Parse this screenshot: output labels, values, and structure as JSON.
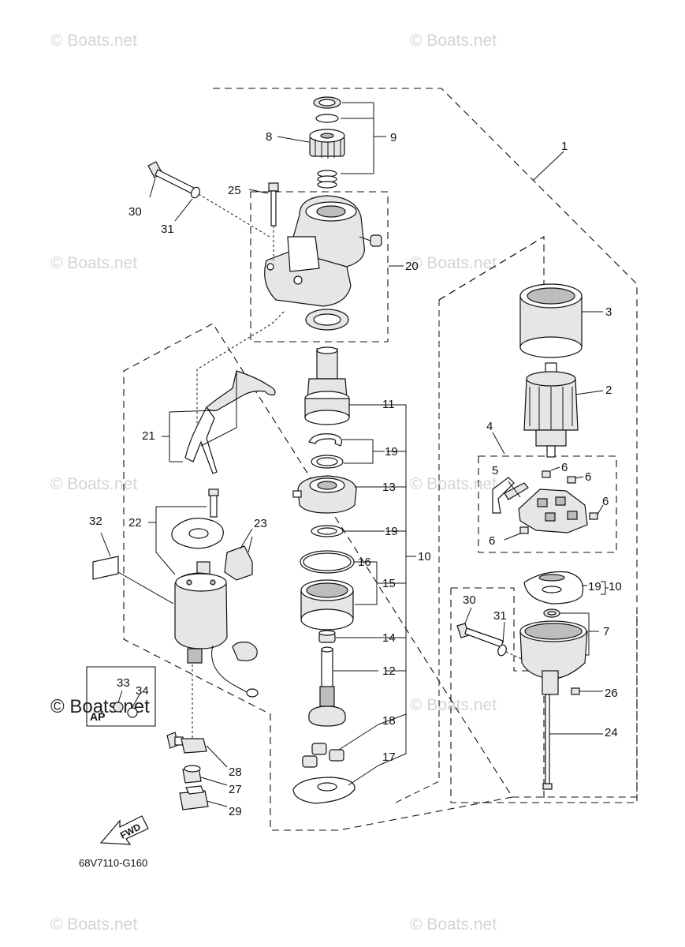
{
  "watermark": "© Boats.net",
  "diagram_code": "68V7110-G160",
  "fwd_label": "FWD",
  "ap_label": "AP",
  "callouts": {
    "c1": "1",
    "c2": "2",
    "c3": "3",
    "c4": "4",
    "c5": "5",
    "c6a": "6",
    "c6b": "6",
    "c6c": "6",
    "c6d": "6",
    "c7": "7",
    "c8": "8",
    "c9": "9",
    "c10": "10",
    "c10b": "10",
    "c11": "11",
    "c12": "12",
    "c13": "13",
    "c14": "14",
    "c15": "15",
    "c16": "16",
    "c17": "17",
    "c18": "18",
    "c19a": "19",
    "c19b": "19",
    "c19c": "19",
    "c20": "20",
    "c21": "21",
    "c22": "22",
    "c23": "23",
    "c24": "24",
    "c25": "25",
    "c26": "26",
    "c27": "27",
    "c28": "28",
    "c29": "29",
    "c30a": "30",
    "c30b": "30",
    "c31a": "31",
    "c31b": "31",
    "c32": "32",
    "c33": "33",
    "c34": "34"
  }
}
